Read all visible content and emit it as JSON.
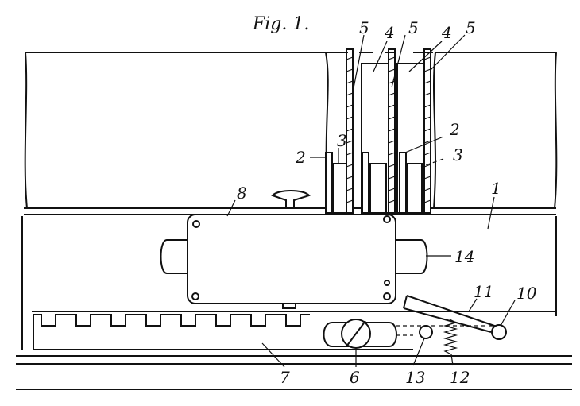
{
  "figure": {
    "title": "Fig. 1.",
    "labels": {
      "l1": "1",
      "l2a": "2",
      "l2b": "2",
      "l3a": "3",
      "l3b": "3",
      "l4a": "4",
      "l4b": "4",
      "l5a": "5",
      "l5b": "5",
      "l5c": "5",
      "l6": "6",
      "l7": "7",
      "l8": "8",
      "l10": "10",
      "l11": "11",
      "l12": "12",
      "l13": "13",
      "l14": "14"
    }
  }
}
